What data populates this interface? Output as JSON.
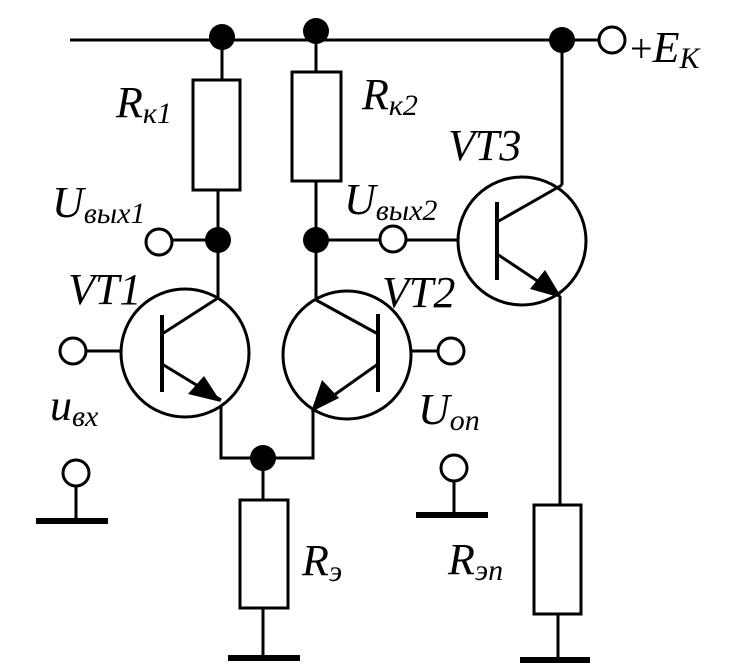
{
  "supply": {
    "plus": "+",
    "main": "E",
    "sub": "K"
  },
  "labels": {
    "rk1": {
      "main": "R",
      "sub": "к1"
    },
    "rk2": {
      "main": "R",
      "sub": "к2"
    },
    "re": {
      "main": "R",
      "sub": "э"
    },
    "rep": {
      "main": "R",
      "sub": "эп"
    },
    "uout1": {
      "main": "U",
      "sub": "вых1"
    },
    "uout2": {
      "main": "U",
      "sub": "вых2"
    },
    "uin": {
      "main": "u",
      "sub": "вх"
    },
    "uref": {
      "main": "U",
      "sub": "оп"
    },
    "vt1": "VT1",
    "vt2": "VT2",
    "vt3": "VT3"
  }
}
